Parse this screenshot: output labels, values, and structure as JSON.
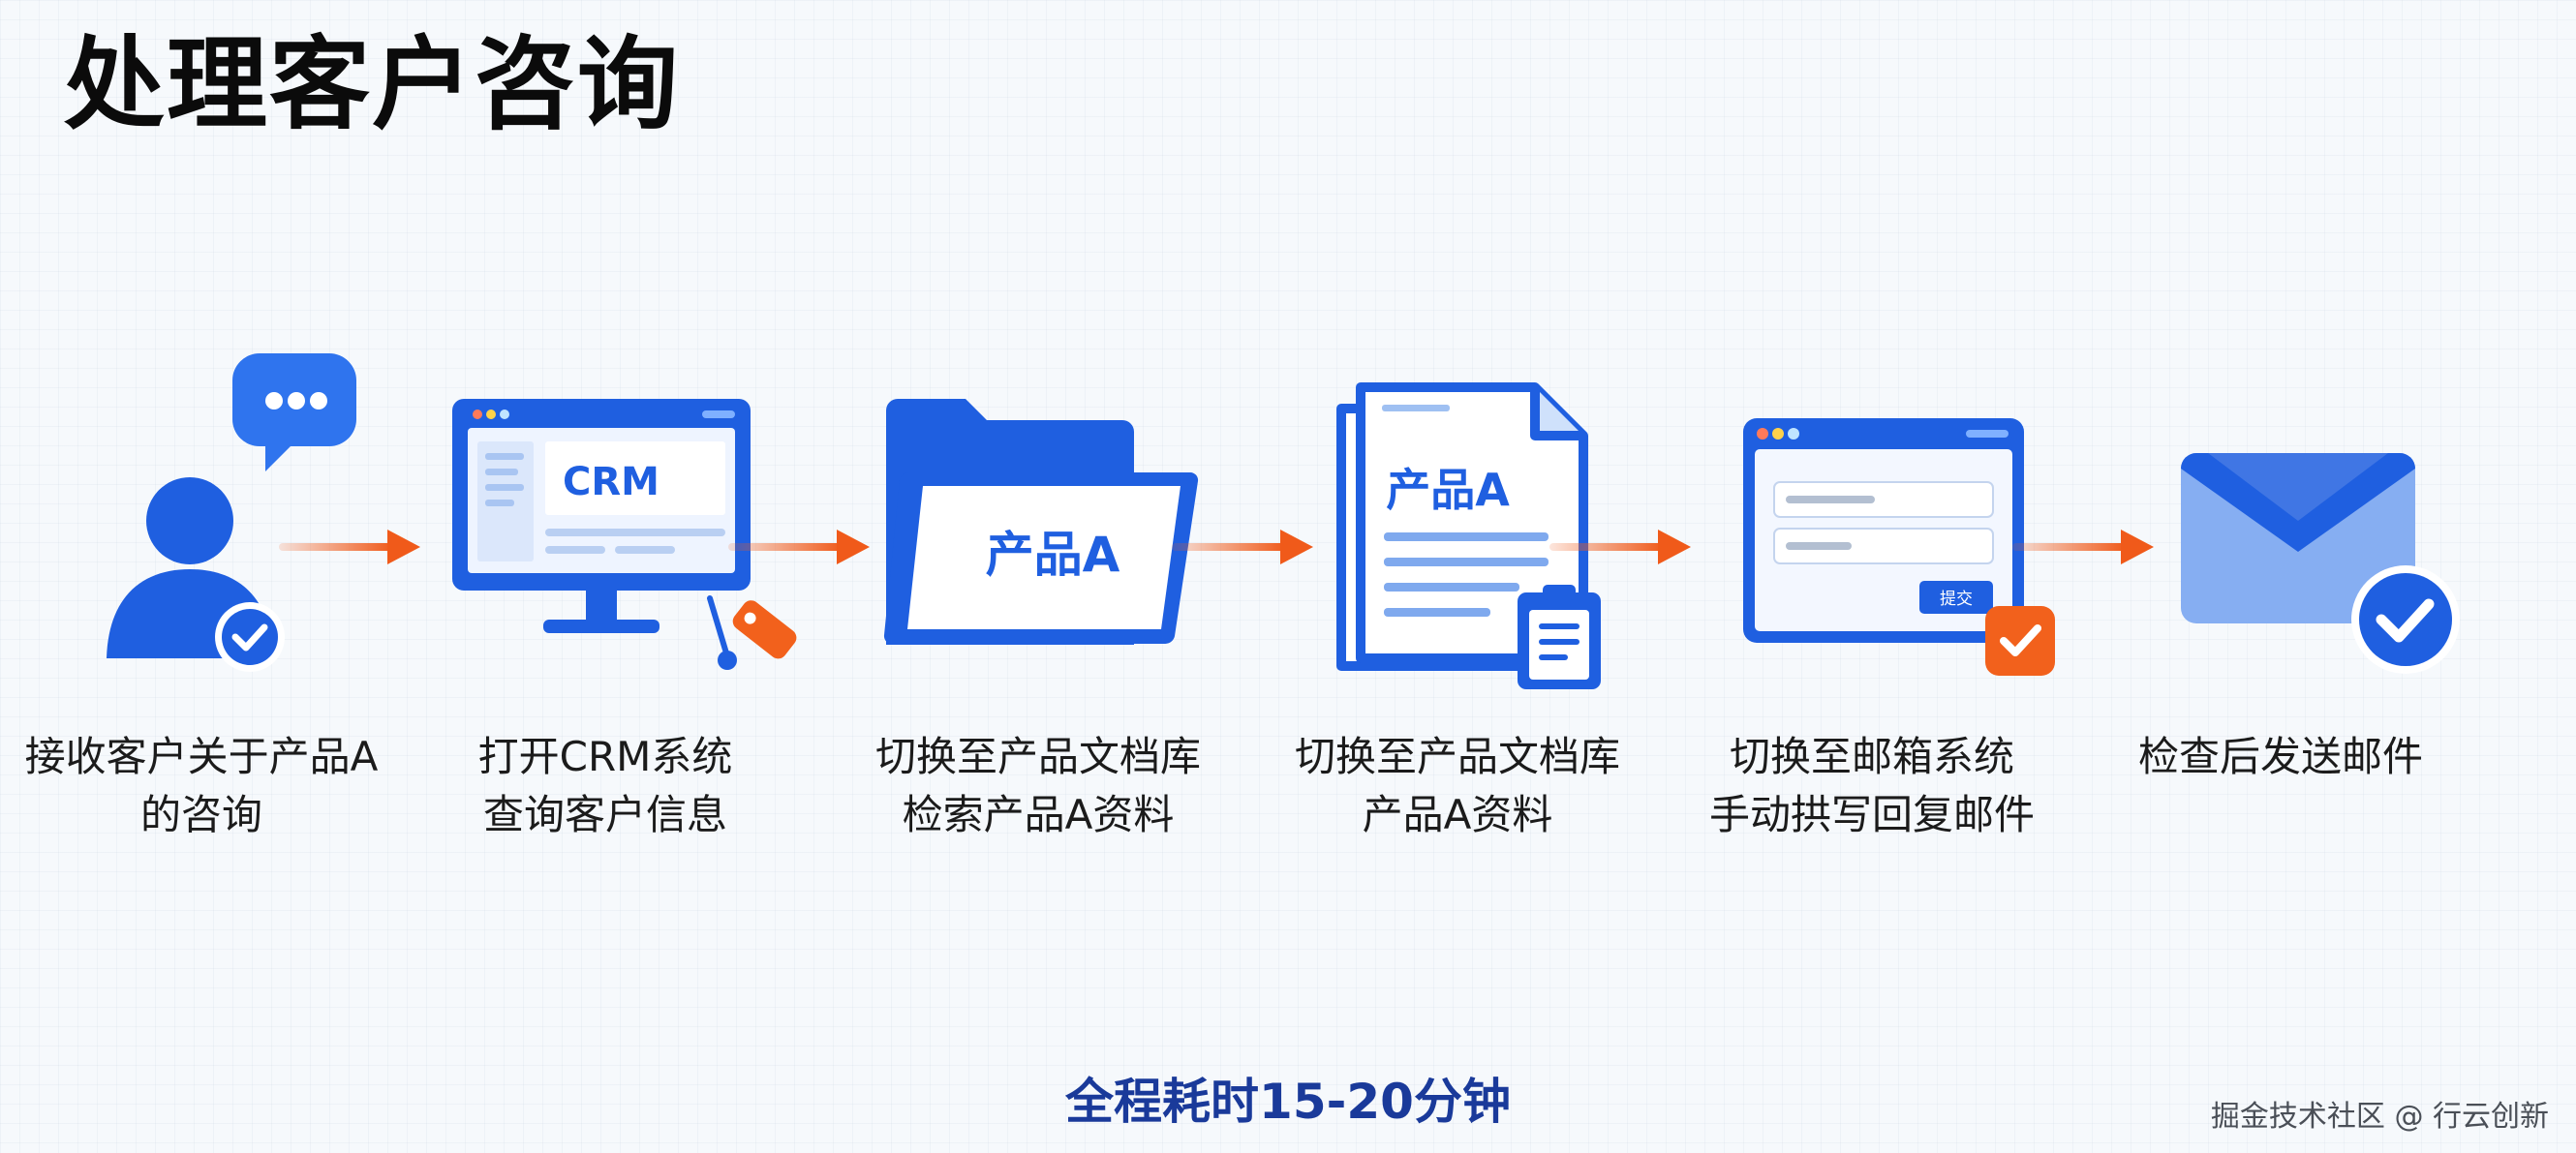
{
  "title": "处理客户咨询",
  "steps": [
    {
      "icon": "customer-chat-icon",
      "lines": [
        "接收客户关于产品A",
        "的咨询"
      ]
    },
    {
      "icon": "crm-monitor-icon",
      "screen_text": "CRM",
      "lines": [
        "打开CRM系统",
        "查询客户信息"
      ]
    },
    {
      "icon": "folder-icon",
      "folder_text": "产品A",
      "lines": [
        "切换至产品文档库",
        "检索产品A资料"
      ]
    },
    {
      "icon": "document-icon",
      "doc_text": "产品A",
      "lines": [
        "切换至产品文档库",
        "产品A资料"
      ]
    },
    {
      "icon": "email-form-icon",
      "form_button_text": "提交",
      "lines": [
        "切换至邮箱系统",
        "手动拱写回复邮件"
      ]
    },
    {
      "icon": "envelope-check-icon",
      "lines": [
        "检查后发送邮件"
      ]
    }
  ],
  "footer": "全程耗时15-20分钟",
  "watermark": "掘金技术社区 @ 行云创新",
  "colors": {
    "primary_blue": "#1f5fe0",
    "light_blue": "#cfe1fb",
    "arrow_orange": "#f05a1a",
    "check_orange": "#f2611c",
    "footer_text": "#1a3a9a"
  }
}
